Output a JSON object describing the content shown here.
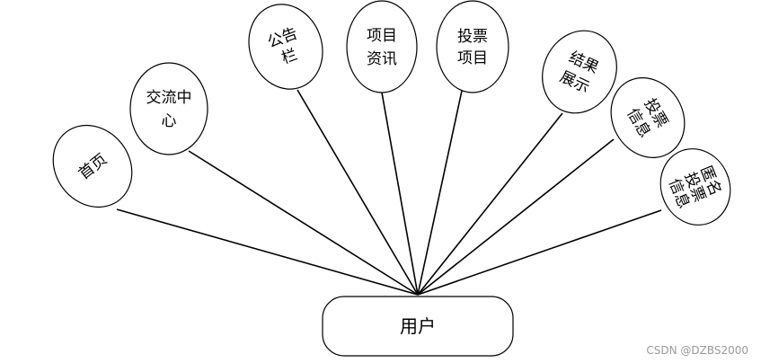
{
  "root": {
    "label": "用户"
  },
  "nodes": [
    {
      "id": "home",
      "lines": [
        "首页"
      ]
    },
    {
      "id": "exchange",
      "lines": [
        "交流中",
        "心"
      ]
    },
    {
      "id": "notice",
      "lines": [
        "公告",
        "栏"
      ]
    },
    {
      "id": "news",
      "lines": [
        "项目",
        "资讯"
      ]
    },
    {
      "id": "vote",
      "lines": [
        "投票",
        "项目"
      ]
    },
    {
      "id": "result",
      "lines": [
        "结果",
        "展示"
      ]
    },
    {
      "id": "voteinfo",
      "lines": [
        "投票",
        "信息"
      ]
    },
    {
      "id": "anon",
      "lines": [
        "匿名",
        "投票",
        "信息"
      ]
    }
  ],
  "watermark": "CSDN @DZBS2000"
}
